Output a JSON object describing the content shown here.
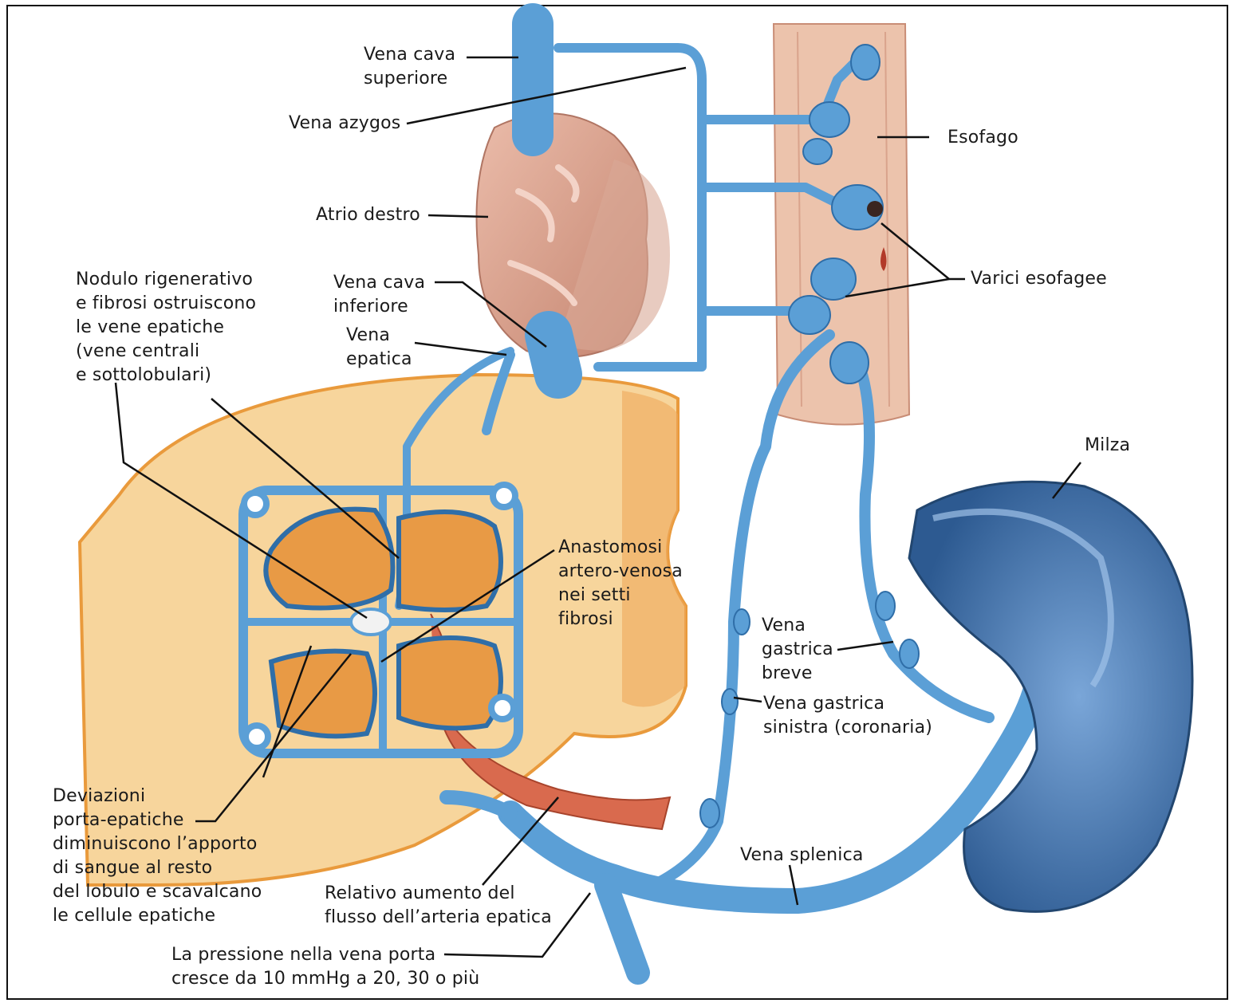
{
  "labels": {
    "vena_cava_superiore": "Vena cava\nsuperiore",
    "vena_azygos": "Vena azygos",
    "esofago": "Esofago",
    "atrio_destro": "Atrio destro",
    "nodulo_rigenerativo": "Nodulo rigenerativo\ne fibrosi ostruiscono\nle vene epatiche\n(vene centrali\ne sottolobulari)",
    "vena_cava_inferiore": "Vena cava\ninferiore",
    "vena_epatica": "Vena\nepatica",
    "varici_esofagee": "Varici esofagee",
    "milza": "Milza",
    "anastomosi": "Anastomosi\nartero-venosa\nnei setti\nfibrosi",
    "vena_gastrica_breve": "Vena\ngastrica\nbreve",
    "vena_gastrica_sinistra": "Vena gastrica\nsinistra (coronaria)",
    "deviazioni": "Deviazioni\nporta-epatiche\ndiminuiscono l’apporto\ndi sangue al resto\ndel lobulo e scavalcano\nle cellule epatiche",
    "vena_splenica": "Vena splenica",
    "relativo_aumento": "Relativo aumento del\nflusso dell’arteria epatica",
    "pressione": "La pressione nella vena porta\ncresce da 10 mmHg a 20, 30 o più"
  },
  "colors": {
    "vein": "#5b9fd6",
    "vein_dark": "#2f6ea8",
    "liver": "#f7d59c",
    "liver_edge": "#e99a3c",
    "heart": "#dda28e",
    "esophagus": "#ecc3ac",
    "spleen": "#3f6fa6",
    "artery": "#d96a4e",
    "lobule": "#e89a45"
  }
}
